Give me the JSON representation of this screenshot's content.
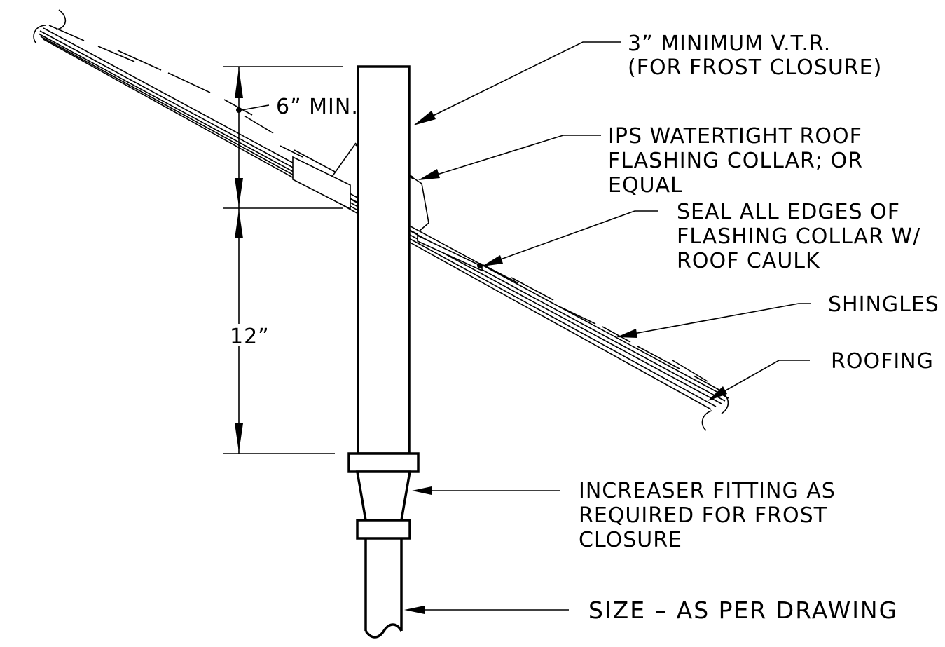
{
  "labels": {
    "vtr": [
      "3” MINIMUM V.T.R.",
      "(FOR FROST CLOSURE)"
    ],
    "flashing_collar": [
      "IPS WATERTIGHT ROOF",
      "FLASHING COLLAR; OR",
      "EQUAL"
    ],
    "seal_edges": [
      "SEAL ALL EDGES OF",
      "FLASHING COLLAR W/",
      "ROOF CAULK"
    ],
    "shingles": "SHINGLES",
    "roofing": "ROOFING",
    "increaser": [
      "INCREASER FITTING AS",
      "REQUIRED FOR FROST",
      "CLOSURE"
    ],
    "size": "SIZE – AS PER DRAWING"
  },
  "dimensions": {
    "min_above_roof": "6” MIN.",
    "below_roof": "12”"
  }
}
